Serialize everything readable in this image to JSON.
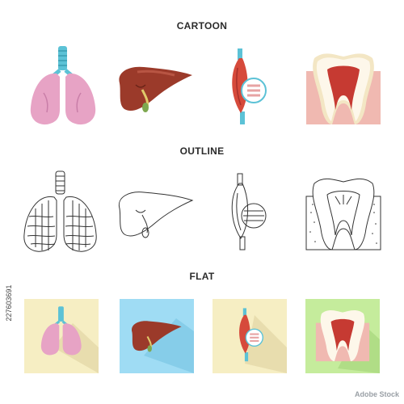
{
  "rows": [
    {
      "title": "CARTOON"
    },
    {
      "title": "OUTLINE"
    },
    {
      "title": "FLAT"
    }
  ],
  "icons": [
    "lungs-icon",
    "liver-icon",
    "muscle-icon",
    "tooth-icon"
  ],
  "stock_id": "227603691",
  "watermark_logo": "Adobe Stock",
  "colors": {
    "lung_pink": "#e7a3c5",
    "trachea_blue": "#5cc2d6",
    "liver_brown": "#9b3a2a",
    "muscle_red": "#d64a3b",
    "tooth_pink": "#f0b9b1",
    "tile_yellow": "#f6eec3",
    "tile_blue": "#9fdcf4",
    "tile_green": "#c5ec9c"
  }
}
